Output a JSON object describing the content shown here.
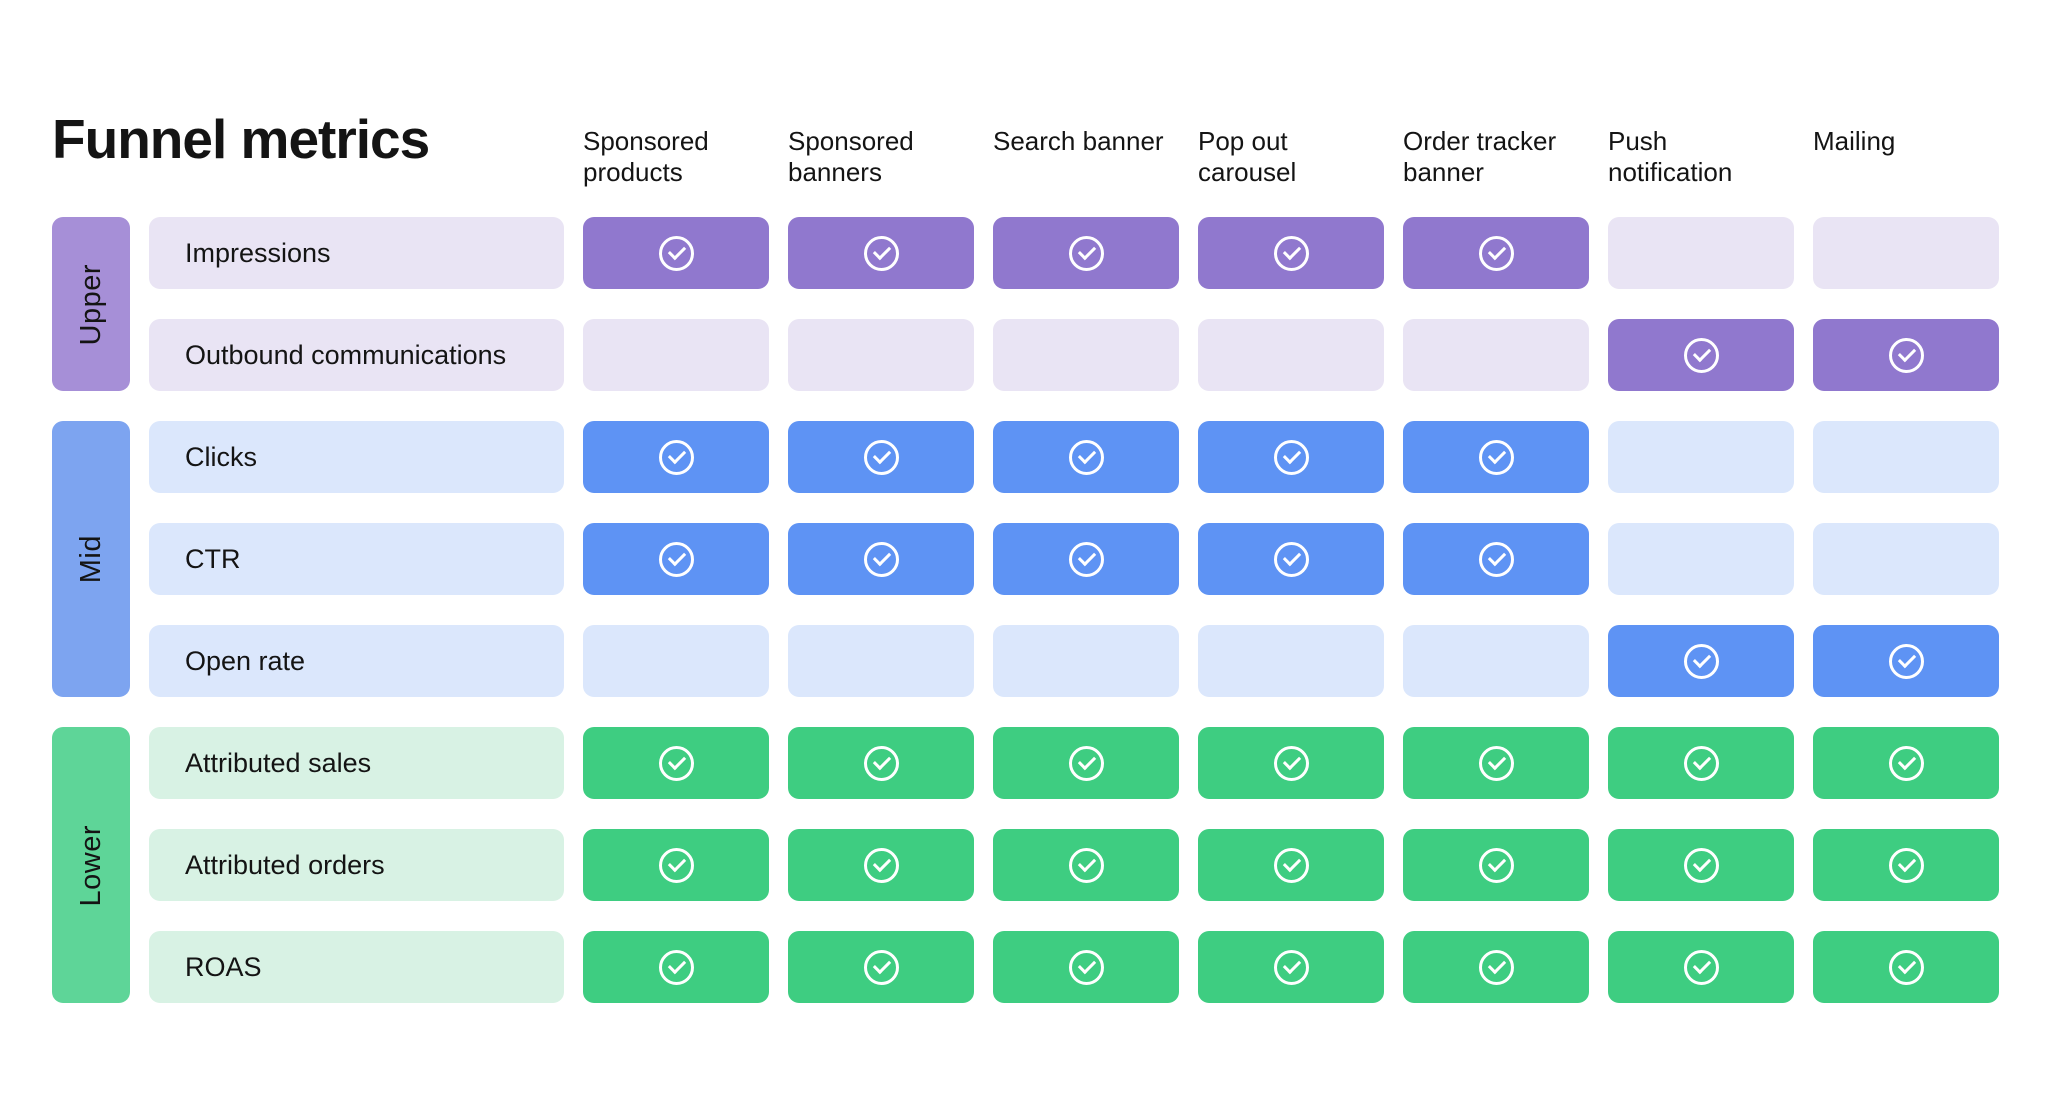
{
  "title": "Funnel metrics",
  "columns": [
    "Sponsored products",
    "Sponsored banners",
    "Search banner",
    "Pop out carousel",
    "Order tracker banner",
    "Push notification",
    "Mailing"
  ],
  "icons": {
    "cell_check": "check-circle-icon"
  },
  "chart_data": {
    "type": "table",
    "title": "Funnel metrics",
    "columns": [
      "Sponsored products",
      "Sponsored banners",
      "Search banner",
      "Pop out carousel",
      "Order tracker banner",
      "Push notification",
      "Mailing"
    ],
    "row_groups": [
      {
        "label": "Upper",
        "theme": {
          "label_bg": "#a68fd7",
          "cell_on": "#9078ce",
          "cell_off": "#e9e4f4"
        },
        "rows": [
          {
            "label": "Impressions",
            "checks": [
              true,
              true,
              true,
              true,
              true,
              false,
              false
            ]
          },
          {
            "label": "Outbound communications",
            "checks": [
              false,
              false,
              false,
              false,
              false,
              true,
              true
            ]
          }
        ]
      },
      {
        "label": "Mid",
        "theme": {
          "label_bg": "#7da4f0",
          "cell_on": "#5e93f4",
          "cell_off": "#dbe7fc"
        },
        "rows": [
          {
            "label": "Clicks",
            "checks": [
              true,
              true,
              true,
              true,
              true,
              false,
              false
            ]
          },
          {
            "label": "CTR",
            "checks": [
              true,
              true,
              true,
              true,
              true,
              false,
              false
            ]
          },
          {
            "label": "Open rate",
            "checks": [
              false,
              false,
              false,
              false,
              false,
              true,
              true
            ]
          }
        ]
      },
      {
        "label": "Lower",
        "theme": {
          "label_bg": "#5ed598",
          "cell_on": "#3ecd81",
          "cell_off": "#d8f2e4"
        },
        "rows": [
          {
            "label": "Attributed sales",
            "checks": [
              true,
              true,
              true,
              true,
              true,
              true,
              true
            ]
          },
          {
            "label": "Attributed orders",
            "checks": [
              true,
              true,
              true,
              true,
              true,
              true,
              true
            ]
          },
          {
            "label": "ROAS",
            "checks": [
              true,
              true,
              true,
              true,
              true,
              true,
              true
            ]
          }
        ]
      }
    ]
  }
}
